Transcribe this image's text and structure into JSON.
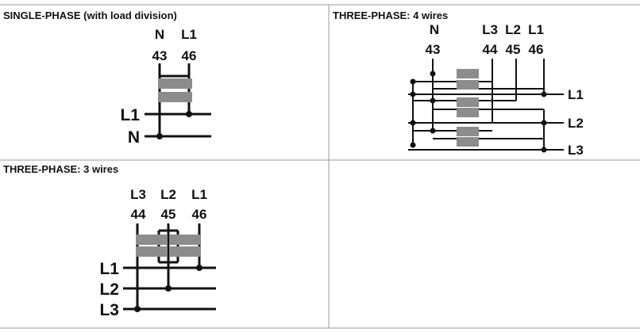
{
  "colors": {
    "wire": "#111111",
    "coil": "#8c8c8c",
    "border": "#9a9a9a",
    "background": "#ffffff"
  },
  "panels": {
    "single": {
      "title": "SINGLE-PHASE (with load division)",
      "terminals": [
        {
          "name": "N",
          "num": "43"
        },
        {
          "name": "L1",
          "num": "46"
        }
      ],
      "lines": [
        "L1",
        "N"
      ]
    },
    "four": {
      "title": "THREE-PHASE: 4 wires",
      "terminals": [
        {
          "name": "N",
          "num": "43"
        },
        {
          "name": "L3",
          "num": "44"
        },
        {
          "name": "L2",
          "num": "45"
        },
        {
          "name": "L1",
          "num": "46"
        }
      ],
      "lines": [
        "L1",
        "L2",
        "L3"
      ]
    },
    "three": {
      "title": "THREE-PHASE: 3 wires",
      "terminals": [
        {
          "name": "L3",
          "num": "44"
        },
        {
          "name": "L2",
          "num": "45"
        },
        {
          "name": "L1",
          "num": "46"
        }
      ],
      "lines": [
        "L1",
        "L2",
        "L3"
      ]
    }
  }
}
